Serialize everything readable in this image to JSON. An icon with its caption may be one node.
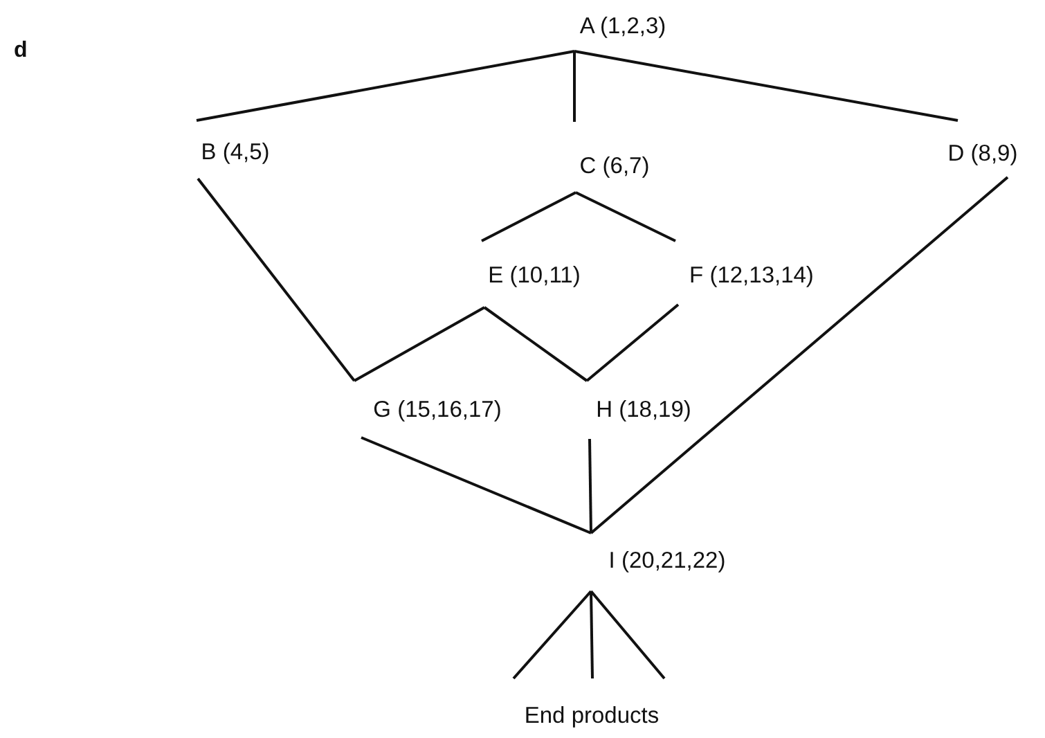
{
  "diagram": {
    "nodes": [
      {
        "text": [
          "A (1,2,3)"
        ]
      },
      {
        "text": [
          "B (4,5)"
        ]
      },
      {
        "text": [
          "C (6,7)"
        ]
      },
      {
        "text": [
          "D (8,9)"
        ]
      },
      {
        "text": [
          "E (10,11)"
        ]
      },
      {
        "text": [
          "F (12,13,14)"
        ]
      },
      {
        "text": [
          "G (15,16,17)"
        ]
      },
      {
        "text": [
          "H (18,19)"
        ]
      },
      {
        "text": [
          "I (20,21,22)"
        ]
      },
      {
        "text": [
          "End products"
        ]
      }
    ],
    "edges": [
      {
        "from": 0,
        "to": 1,
        "arrow": "none"
      },
      {
        "from": 0,
        "to": 2,
        "arrow": "none"
      },
      {
        "from": 0,
        "to": 3,
        "arrow": "none"
      },
      {
        "from": 2,
        "to": 4,
        "arrow": "none"
      },
      {
        "from": 2,
        "to": 5,
        "arrow": "none"
      },
      {
        "from": 1,
        "to": 6,
        "arrow": "none"
      },
      {
        "from": 4,
        "to": 6,
        "arrow": "none"
      },
      {
        "from": 4,
        "to": 7,
        "arrow": "none"
      },
      {
        "from": 5,
        "to": 7,
        "arrow": "none"
      },
      {
        "from": 6,
        "to": 8,
        "arrow": "none"
      },
      {
        "from": 7,
        "to": 8,
        "arrow": "none"
      },
      {
        "from": 3,
        "to": 8,
        "arrow": "none"
      },
      {
        "from": 8,
        "to": 9,
        "arrow": "none"
      },
      {
        "from": 8,
        "to": 9,
        "arrow": "none"
      },
      {
        "from": 8,
        "to": 9,
        "arrow": "none"
      }
    ],
    "labels": [
      "d"
    ]
  }
}
